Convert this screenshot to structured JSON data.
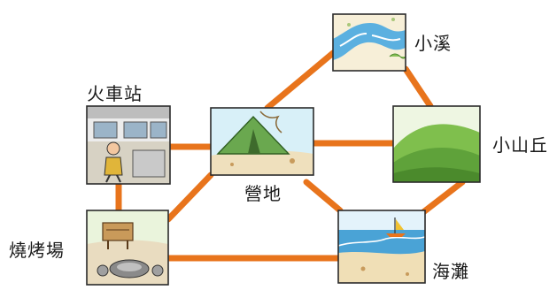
{
  "locations": {
    "creek": "小溪",
    "train_station": "火車站",
    "campsite": "營地",
    "hill": "小山丘",
    "bbq_area": "燒烤場",
    "beach": "海灘"
  },
  "connections": [
    [
      "train_station",
      "campsite"
    ],
    [
      "train_station",
      "bbq_area"
    ],
    [
      "campsite",
      "creek"
    ],
    [
      "campsite",
      "hill"
    ],
    [
      "campsite",
      "bbq_area"
    ],
    [
      "campsite",
      "beach"
    ],
    [
      "creek",
      "hill"
    ],
    [
      "hill",
      "beach"
    ],
    [
      "bbq_area",
      "beach"
    ]
  ],
  "colors": {
    "edge": "#e8741c",
    "frame": "#2b2b2b"
  }
}
